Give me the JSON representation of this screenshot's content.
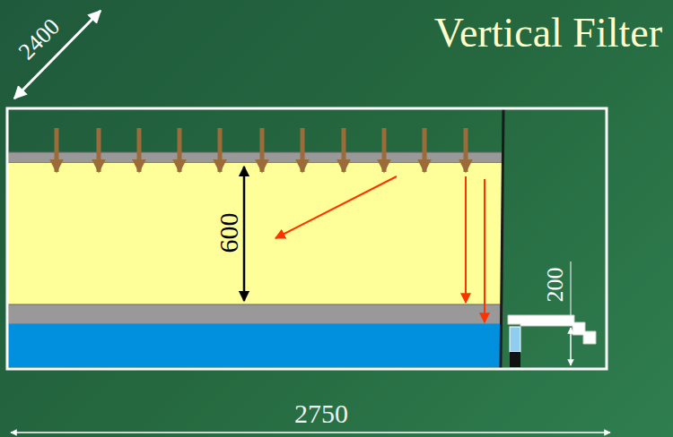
{
  "diagram": {
    "title": "Vertical Filter",
    "labels": [
      "2400",
      "600",
      "200",
      "2750"
    ]
  }
}
